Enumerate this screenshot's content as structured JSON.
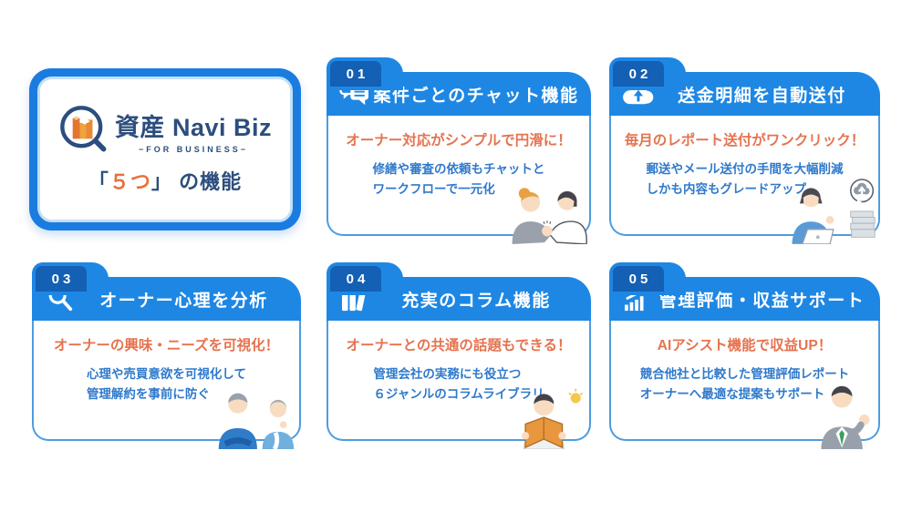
{
  "colors": {
    "header_blue": "#1E87E4",
    "number_tab_blue": "#1460B4",
    "card_border_blue": "#4D9CE1",
    "headline_orange": "#E5734F",
    "desc_blue": "#2F79CB",
    "brand_navy": "#2C4E7E",
    "brand_orange": "#E8713C"
  },
  "logo_card": {
    "brand": "資産 Navi Biz",
    "brand_sub": "−FOR BUSINESS−",
    "tagline_open": "「",
    "tagline_highlight": "５つ",
    "tagline_close": "」",
    "tagline_suffix": " の機能",
    "logo_icon": "magnifier-buildings-icon"
  },
  "cards": [
    {
      "number": "01",
      "icon": "chat-bubbles-icon",
      "title": "案件ごとのチャット機能",
      "headline": "オーナー対応がシンプルで円滑に！",
      "desc": [
        "修繕や審査の依頼もチャットと",
        "ワークフローで一元化"
      ],
      "illustration": "handshake-illustration"
    },
    {
      "number": "02",
      "icon": "cloud-upload-icon",
      "title": "送金明細を自動送付",
      "headline": "毎月のレポート送付がワンクリック！",
      "desc": [
        "郵送やメール送付の手間を大幅削減",
        "しかも内容もグレードアップ"
      ],
      "illustration": "laptop-upload-illustration"
    },
    {
      "number": "03",
      "icon": "magnifier-icon",
      "title": "オーナー心理を分析",
      "headline": "オーナーの興味・ニーズを可視化！",
      "desc": [
        "心理や売買意欲を可視化して",
        "管理解約を事前に防ぐ"
      ],
      "illustration": "owners-illustration"
    },
    {
      "number": "04",
      "icon": "books-icon",
      "title": "充実のコラム機能",
      "headline": "オーナーとの共通の話題もできる！",
      "desc": [
        "管理会社の実務にも役立つ",
        "６ジャンルのコラムライブラリ"
      ],
      "illustration": "reading-illustration"
    },
    {
      "number": "05",
      "icon": "growth-chart-icon",
      "title": "管理評価・収益サポート",
      "headline": "AIアシスト機能で収益UP！",
      "desc": [
        "競合他社と比較した管理評価レポート",
        "オーナーへ最適な提案もサポート"
      ],
      "illustration": "businessman-illustration"
    }
  ]
}
